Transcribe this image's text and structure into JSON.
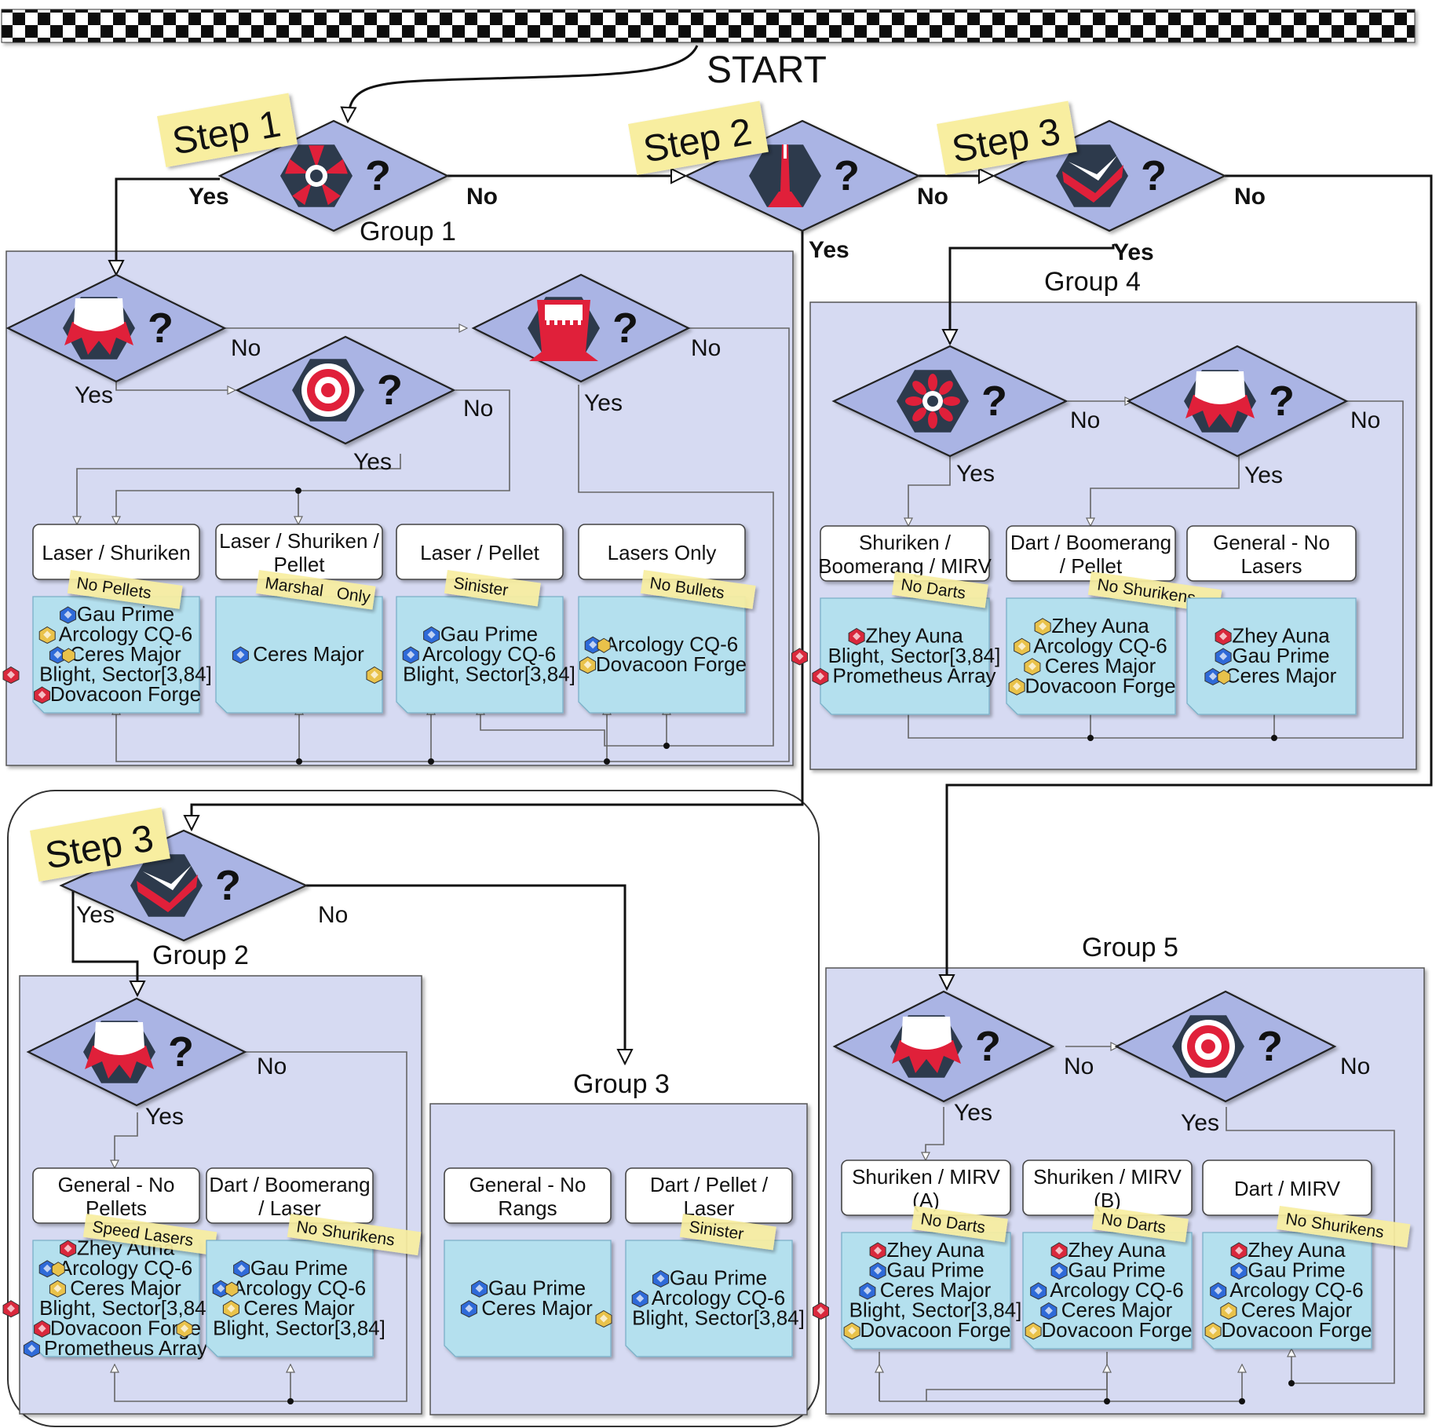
{
  "start_label": "START",
  "step_labels": {
    "s1": "Step 1",
    "s2": "Step 2",
    "s3": "Step 3",
    "s3b": "Step 3"
  },
  "group_labels": {
    "g1": "Group 1",
    "g2": "Group 2",
    "g3": "Group 3",
    "g4": "Group 4",
    "g5": "Group 5"
  },
  "answer_labels": {
    "yes": "Yes",
    "no": "No"
  },
  "question_mark": "?",
  "icons": [
    "hub-icon",
    "spike-icon",
    "chevron-icon",
    "crown-icon",
    "fang-icon",
    "target-icon",
    "burst-icon"
  ],
  "colors": {
    "box": "#d6daf2",
    "diamond": "#aab4e4",
    "card": "#b4e0ee",
    "tag": "#f8eea0",
    "hex": "#2d3a4c",
    "accent": "#e0203a"
  },
  "results": [
    {
      "title": [
        "Laser / Shuriken"
      ],
      "tag": "No Pellets",
      "items": [
        {
          "icon": "blue-crystal-icon",
          "text": "Gau Prime"
        },
        {
          "icon": "gold-crystal-icon",
          "text": "Arcology CQ-6"
        },
        {
          "icon": "blue-gold-crystal-icon",
          "text": "Ceres Major"
        },
        {
          "icon": "red-crystal-icon",
          "text": "Blight, Sector[3,84]"
        },
        {
          "icon": "red-crystal-icon",
          "text": "Dovacoon Forge"
        }
      ]
    },
    {
      "title": [
        "Laser / Shuriken /",
        "Pellet"
      ],
      "tag": "Marshal",
      "tag2": "Only",
      "items": [
        {
          "icon": "blue-crystal-icon",
          "text": "Ceres Major"
        }
      ]
    },
    {
      "title": [
        "Laser / Pellet"
      ],
      "tag": "Sinister",
      "items": [
        {
          "icon": "blue-crystal-icon",
          "text": "Gau Prime"
        },
        {
          "icon": "blue-crystal-icon",
          "text": "Arcology CQ-6"
        },
        {
          "icon": "gold-crystal-icon",
          "text": "Blight, Sector[3,84]"
        }
      ]
    },
    {
      "title": [
        "Lasers Only"
      ],
      "tag": "No Bullets",
      "items": [
        {
          "icon": "blue-gold-crystal-icon",
          "text": "Arcology CQ-6"
        },
        {
          "icon": "gold-crystal-icon",
          "text": "Dovacoon Forge"
        }
      ]
    },
    {
      "title": [
        "Shuriken /",
        "Boomerang / MIRV"
      ],
      "tag": "No Darts",
      "items": [
        {
          "icon": "red-crystal-icon",
          "text": "Zhey Auna"
        },
        {
          "icon": "red-crystal-icon",
          "text": "Blight, Sector[3,84]"
        },
        {
          "icon": "red-crystal-icon",
          "text": "Prometheus Array"
        }
      ]
    },
    {
      "title": [
        "Dart / Boomerang",
        "/ Pellet"
      ],
      "tag": "No Shurikens",
      "items": [
        {
          "icon": "gold-crystal-icon",
          "text": "Zhey Auna"
        },
        {
          "icon": "gold-crystal-icon",
          "text": "Arcology CQ-6"
        },
        {
          "icon": "gold-crystal-icon",
          "text": "Ceres Major"
        },
        {
          "icon": "gold-crystal-icon",
          "text": "Dovacoon Forge"
        }
      ]
    },
    {
      "title": [
        "General - No",
        "Lasers"
      ],
      "tag": "",
      "items": [
        {
          "icon": "red-crystal-icon",
          "text": "Zhey Auna"
        },
        {
          "icon": "blue-crystal-icon",
          "text": "Gau Prime"
        },
        {
          "icon": "blue-gold-crystal-icon",
          "text": "Ceres Major"
        }
      ]
    },
    {
      "title": [
        "General - No",
        "Pellets"
      ],
      "tag": "Speed Lasers",
      "items": [
        {
          "icon": "red-crystal-icon",
          "text": "Zhey Auna"
        },
        {
          "icon": "blue-gold-crystal-icon",
          "text": "Arcology CQ-6"
        },
        {
          "icon": "gold-crystal-icon",
          "text": "Ceres Major"
        },
        {
          "icon": "red-crystal-icon",
          "text": "Blight, Sector[3,84]"
        },
        {
          "icon": "red-crystal-icon",
          "text": "Dovacoon Forge"
        },
        {
          "icon": "blue-crystal-icon",
          "text": "Prometheus Array"
        }
      ]
    },
    {
      "title": [
        "Dart / Boomerang",
        "/ Laser"
      ],
      "tag": "No Shurikens",
      "items": [
        {
          "icon": "blue-crystal-icon",
          "text": "Gau Prime"
        },
        {
          "icon": "blue-gold-crystal-icon",
          "text": "Arcology CQ-6"
        },
        {
          "icon": "gold-crystal-icon",
          "text": "Ceres Major"
        },
        {
          "icon": "gold-crystal-icon",
          "text": "Blight, Sector[3,84]"
        }
      ]
    },
    {
      "title": [
        "General - No",
        "Rangs"
      ],
      "tag": "",
      "items": [
        {
          "icon": "blue-crystal-icon",
          "text": "Gau Prime"
        },
        {
          "icon": "blue-crystal-icon",
          "text": "Ceres Major"
        }
      ]
    },
    {
      "title": [
        "Dart / Pellet /",
        "Laser"
      ],
      "tag": "Sinister",
      "items": [
        {
          "icon": "blue-crystal-icon",
          "text": "Gau Prime"
        },
        {
          "icon": "blue-crystal-icon",
          "text": "Arcology CQ-6"
        },
        {
          "icon": "gold-crystal-icon",
          "text": "Blight, Sector[3,84]"
        }
      ]
    },
    {
      "title": [
        "Shuriken / MIRV",
        "(A)"
      ],
      "tag": "No Darts",
      "items": [
        {
          "icon": "red-crystal-icon",
          "text": "Zhey Auna"
        },
        {
          "icon": "blue-crystal-icon",
          "text": "Gau Prime"
        },
        {
          "icon": "blue-crystal-icon",
          "text": "Ceres Major"
        },
        {
          "icon": "red-crystal-icon",
          "text": "Blight, Sector[3,84]"
        },
        {
          "icon": "gold-crystal-icon",
          "text": "Dovacoon Forge"
        }
      ]
    },
    {
      "title": [
        "Shuriken / MIRV",
        "(B)"
      ],
      "tag": "No Darts",
      "items": [
        {
          "icon": "red-crystal-icon",
          "text": "Zhey Auna"
        },
        {
          "icon": "blue-crystal-icon",
          "text": "Gau Prime"
        },
        {
          "icon": "blue-crystal-icon",
          "text": "Arcology CQ-6"
        },
        {
          "icon": "blue-crystal-icon",
          "text": "Ceres Major"
        },
        {
          "icon": "gold-crystal-icon",
          "text": "Dovacoon Forge"
        }
      ]
    },
    {
      "title": [
        "Dart / MIRV"
      ],
      "tag": "No Shurikens",
      "items": [
        {
          "icon": "red-crystal-icon",
          "text": "Zhey Auna"
        },
        {
          "icon": "blue-crystal-icon",
          "text": "Gau Prime"
        },
        {
          "icon": "blue-crystal-icon",
          "text": "Arcology CQ-6"
        },
        {
          "icon": "gold-crystal-icon",
          "text": "Ceres Major"
        },
        {
          "icon": "gold-crystal-icon",
          "text": "Dovacoon Forge"
        }
      ]
    }
  ]
}
